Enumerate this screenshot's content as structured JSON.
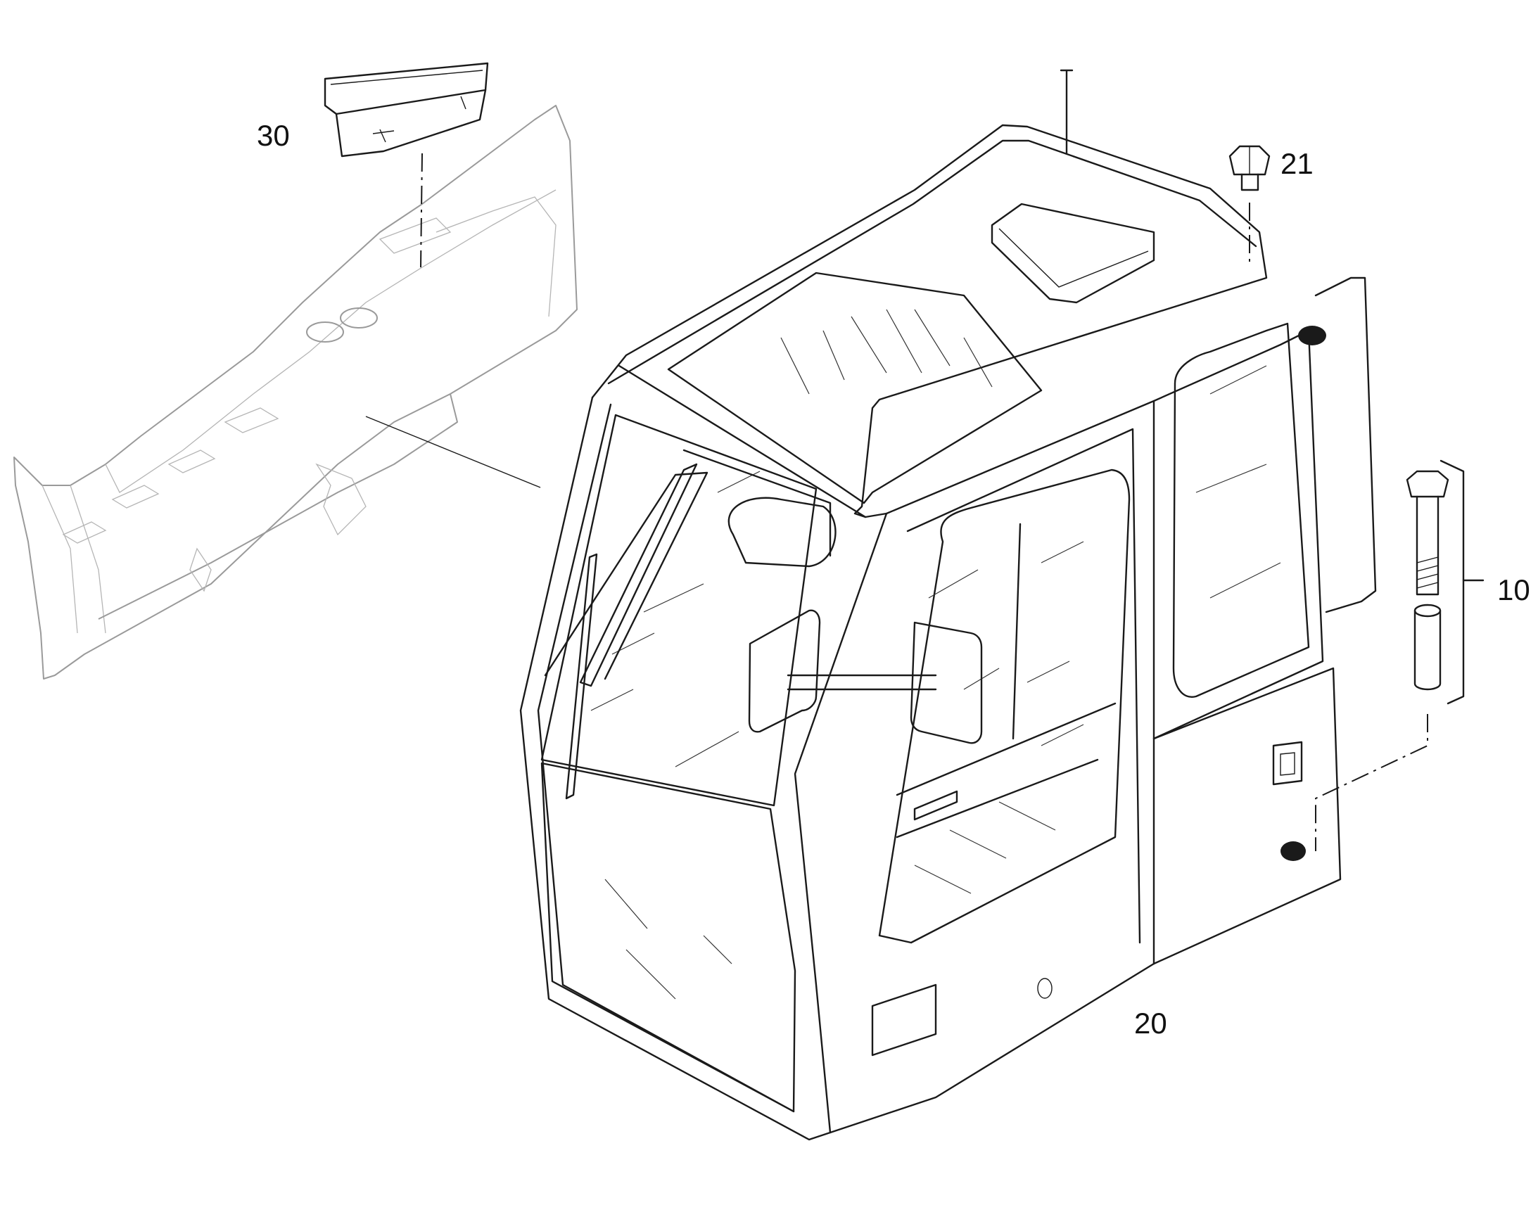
{
  "callouts": {
    "item_10": "10",
    "item_20": "20",
    "item_21": "21",
    "item_30": "30"
  },
  "colors": {
    "line": "#1a1a1a",
    "ghost_line": "#9a9a9a",
    "background": "#ffffff"
  }
}
